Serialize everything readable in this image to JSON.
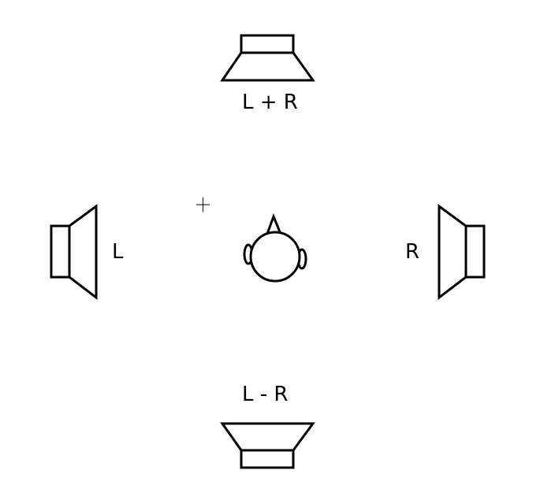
{
  "labels": {
    "top": "L + R",
    "left": "L",
    "right": "R",
    "bottom": "L - R"
  },
  "colors": {
    "stroke": "#000000",
    "background": "#ffffff"
  }
}
